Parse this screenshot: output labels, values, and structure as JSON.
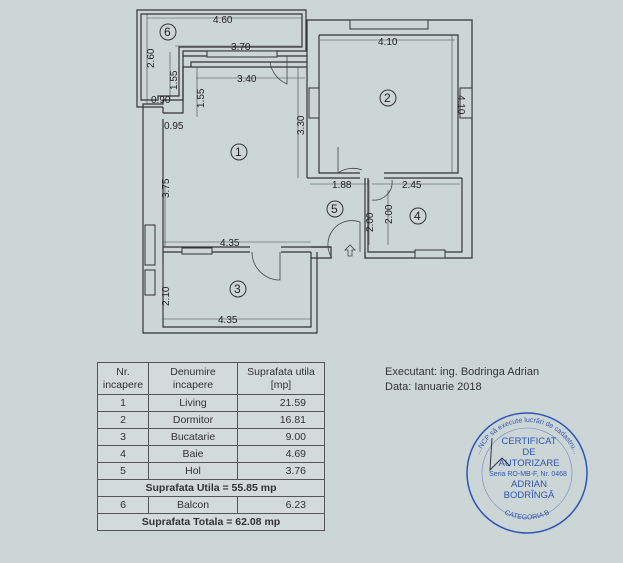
{
  "plan": {
    "dimensions": {
      "balcony_top": "4.60",
      "balcony_inner": "3.70",
      "living_top": "3.40",
      "bedroom_top": "4.10",
      "bedroom_right": "4.10",
      "living_right": "3.30",
      "balcony_left": "2.60",
      "balcony_step_a": "1.55",
      "balcony_step_b": "1.55",
      "balcony_step_w": "0.90",
      "living_step_w": "0.95",
      "living_left": "3.75",
      "hall_top": "1.88",
      "bath_top": "2.45",
      "hall_right": "2.00",
      "bath_left": "2.00",
      "living_bottom": "4.35",
      "kitchen_left": "2.10",
      "kitchen_bottom": "4.35"
    },
    "rooms": [
      "1",
      "2",
      "3",
      "4",
      "5",
      "6"
    ]
  },
  "table": {
    "headers": [
      "Nr. incapere",
      "Denumire incapere",
      "Suprafata utila [mp]"
    ],
    "rows": [
      {
        "nr": "1",
        "name": "Living",
        "area": "21.59"
      },
      {
        "nr": "2",
        "name": "Dormitor",
        "area": "16.81"
      },
      {
        "nr": "3",
        "name": "Bucatarie",
        "area": "9.00"
      },
      {
        "nr": "4",
        "name": "Baie",
        "area": "4.69"
      },
      {
        "nr": "5",
        "name": "Hol",
        "area": "3.76"
      }
    ],
    "subtotal": "Suprafata Utila  = 55.85 mp",
    "balcony": {
      "nr": "6",
      "name": "Balcon",
      "area": "6.23"
    },
    "total": "Suprafata Totala  = 62.08 mp"
  },
  "info": {
    "executant": "Executant: ing. Bodringa  Adrian",
    "date": "Data: Ianuarie 2018"
  },
  "stamp": {
    "color": "#2f55b8",
    "ring_top": "...NCP să execute lucrări de cadastru...",
    "ring_bottom": "CATEGORIA B",
    "line1": "CERTIFICAT",
    "line2": "DE",
    "line3": "AUTORIZARE",
    "line4": "Seria RO-MB-F, Nr. 0468",
    "line5": "ADRIAN",
    "line6": "BODRÎNGĂ"
  }
}
